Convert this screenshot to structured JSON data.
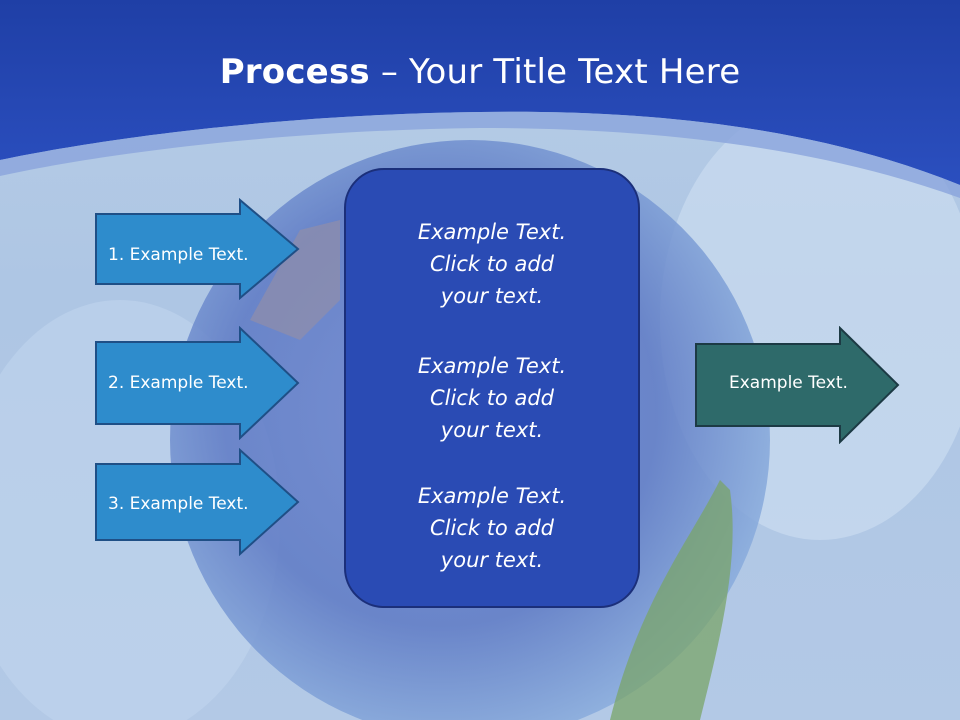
{
  "slide": {
    "title_bold": "Process",
    "title_rest": " – Your Title Text Here"
  },
  "left_arrows": [
    {
      "label": "1. Example Text."
    },
    {
      "label": "2. Example Text."
    },
    {
      "label": "3. Example Text."
    }
  ],
  "center_box": {
    "blocks": [
      "Example Text.\nClick  to add\nyour text.",
      "Example Text.\nClick  to add\nyour text.",
      "Example Text.\nClick  to add\nyour text."
    ]
  },
  "right_arrow": {
    "label": "Example Text."
  },
  "colors": {
    "header": "#2a4bb4",
    "left_arrow_fill": "#2e8ccc",
    "right_arrow_fill": "#2e6a6a",
    "center_box": "#2a4bb4"
  }
}
